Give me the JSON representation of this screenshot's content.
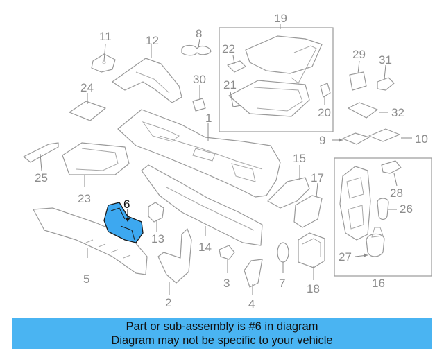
{
  "callouts": {
    "n1": "1",
    "n2": "2",
    "n3": "3",
    "n4": "4",
    "n5": "5",
    "n6": "6",
    "n7": "7",
    "n8": "8",
    "n9": "9",
    "n10": "10",
    "n11": "11",
    "n12": "12",
    "n13": "13",
    "n14": "14",
    "n15": "15",
    "n16": "16",
    "n17": "17",
    "n18": "18",
    "n19": "19",
    "n20": "20",
    "n21": "21",
    "n22": "22",
    "n23": "23",
    "n24": "24",
    "n25": "25",
    "n26": "26",
    "n27": "27",
    "n28": "28",
    "n29": "29",
    "n30": "30",
    "n31": "31",
    "n32": "32"
  },
  "highlight": {
    "part_number": "6",
    "fill_color": "#3da8f0"
  },
  "banner": {
    "line1": "Part or sub-assembly is #6 in diagram",
    "line2": "Diagram may not be specific to your vehicle",
    "background": "#4ab4f2"
  }
}
